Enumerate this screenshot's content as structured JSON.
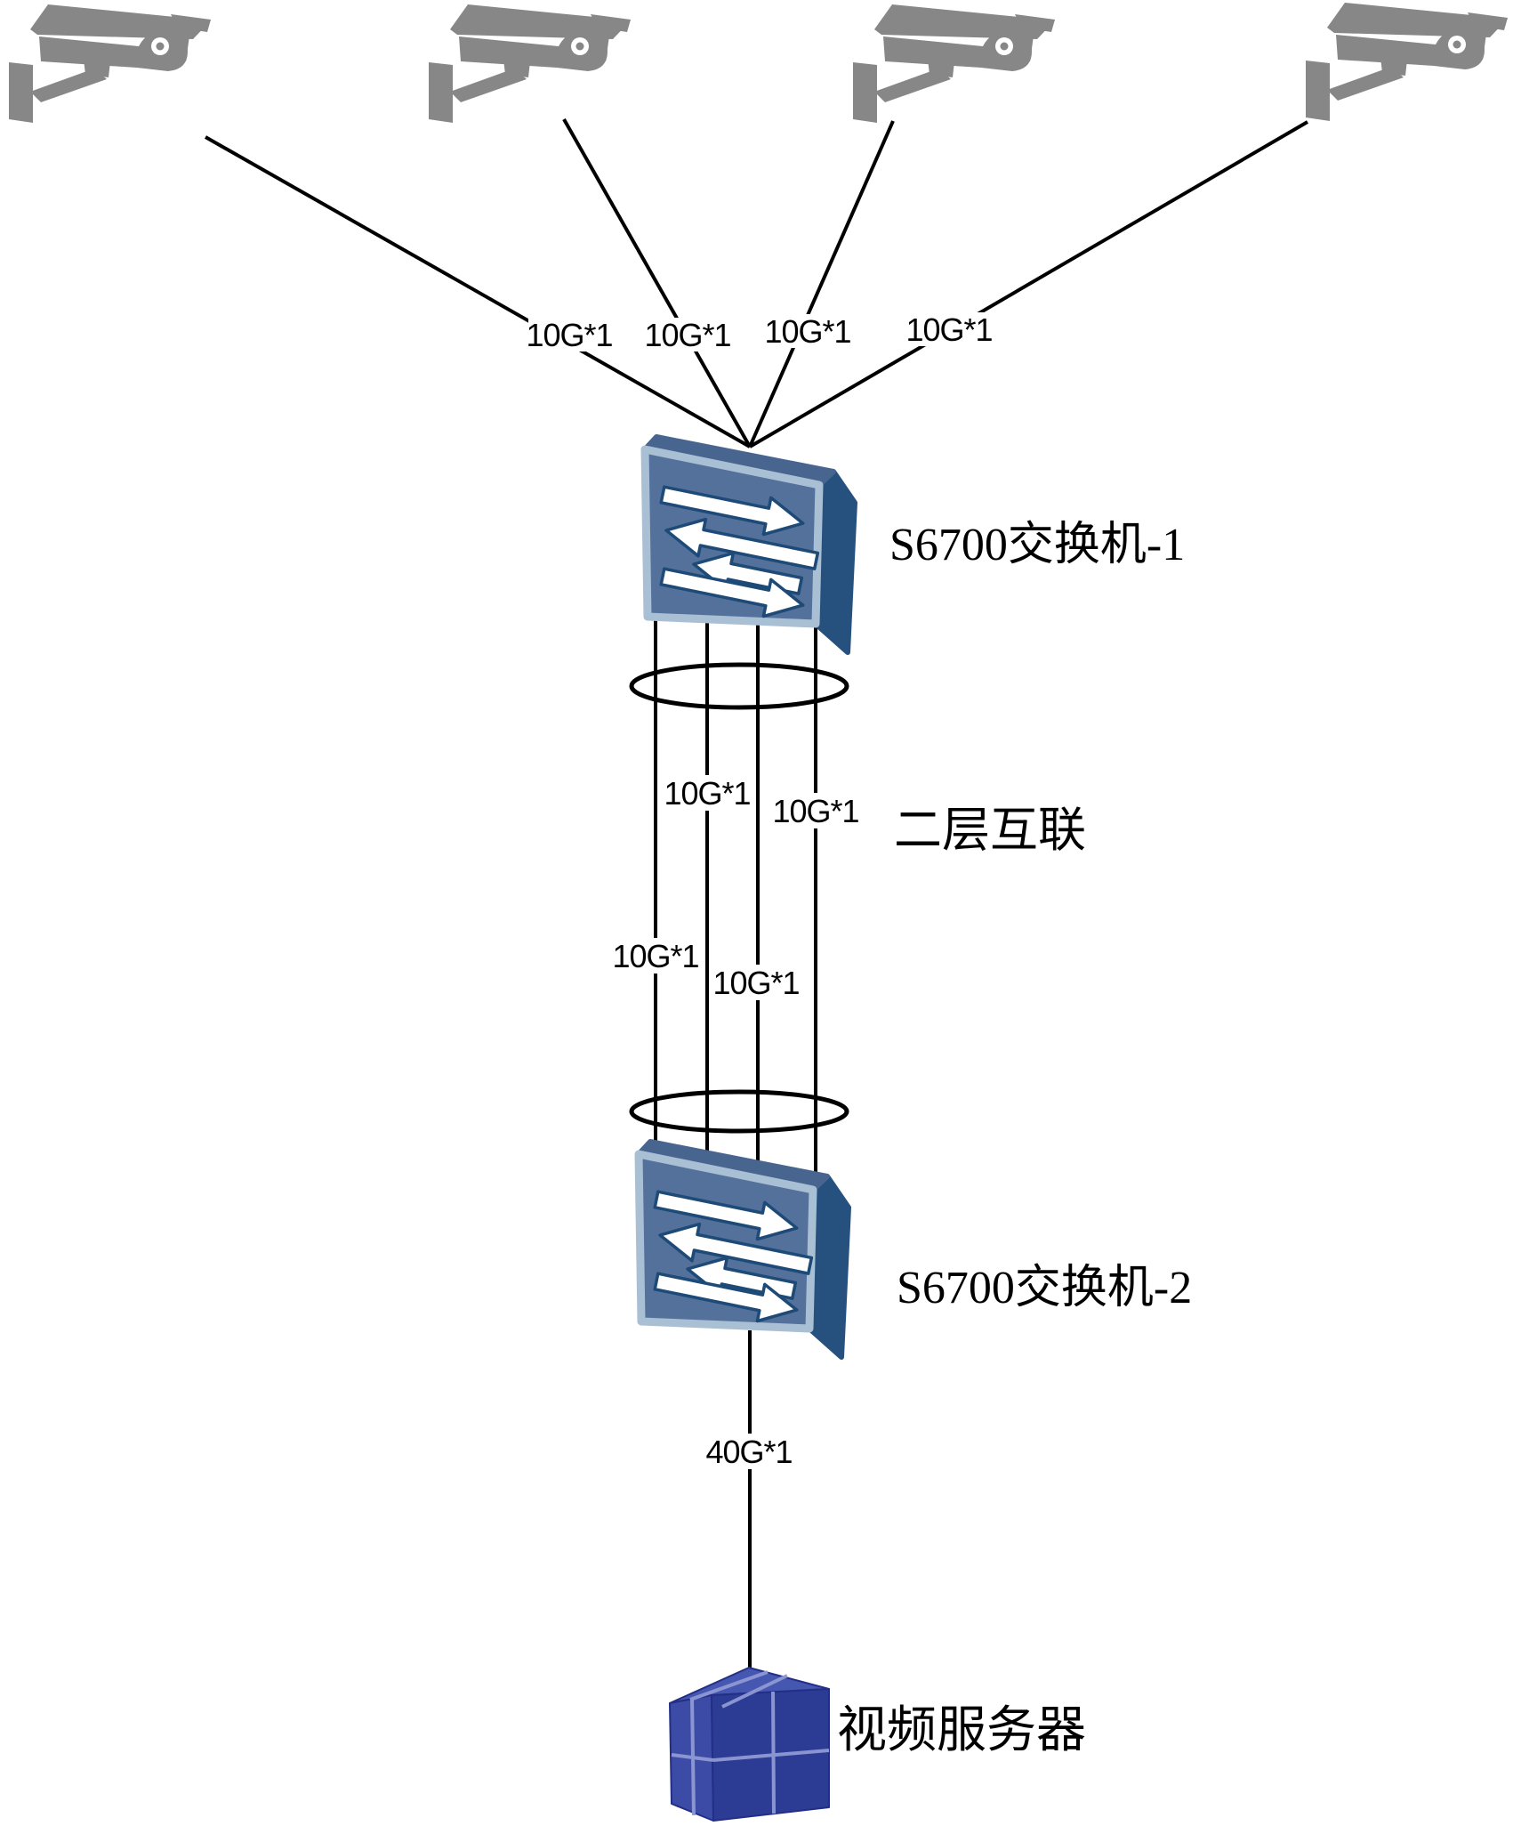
{
  "diagram": {
    "type": "network-topology",
    "cameras": [
      {
        "id": "camera-1"
      },
      {
        "id": "camera-2"
      },
      {
        "id": "camera-3"
      },
      {
        "id": "camera-4"
      }
    ],
    "access_links": [
      {
        "label": "10G*1"
      },
      {
        "label": "10G*1"
      },
      {
        "label": "10G*1"
      },
      {
        "label": "10G*1"
      }
    ],
    "switch_1": {
      "name": "S6700交换机-1"
    },
    "switch_2": {
      "name": "S6700交换机-2"
    },
    "trunk": {
      "title": "二层互联",
      "links": [
        {
          "label": "10G*1"
        },
        {
          "label": "10G*1"
        },
        {
          "label": "10G*1"
        },
        {
          "label": "10G*1"
        }
      ]
    },
    "server_link": {
      "label": "40G*1"
    },
    "server": {
      "name": "视频服务器"
    },
    "icons": {
      "camera": "cctv-camera-icon",
      "switch": "ethernet-switch-icon",
      "server": "server-cube-icon",
      "aggregation": "lag-ellipse"
    },
    "colors": {
      "camera_gray": "#878787",
      "line_black": "#000000",
      "switch_face": "#54719C",
      "switch_frame": "#A9BFD4",
      "switch_top": "#47658F",
      "switch_side": "#26517E",
      "switch_arrow_outline": "#1D4A77",
      "arrow_white": "#FFFFFF",
      "server_front": "#2C3B94",
      "server_left": "#3C4CA6",
      "server_top": "#4557B1",
      "server_seam": "#8F99D4"
    }
  }
}
